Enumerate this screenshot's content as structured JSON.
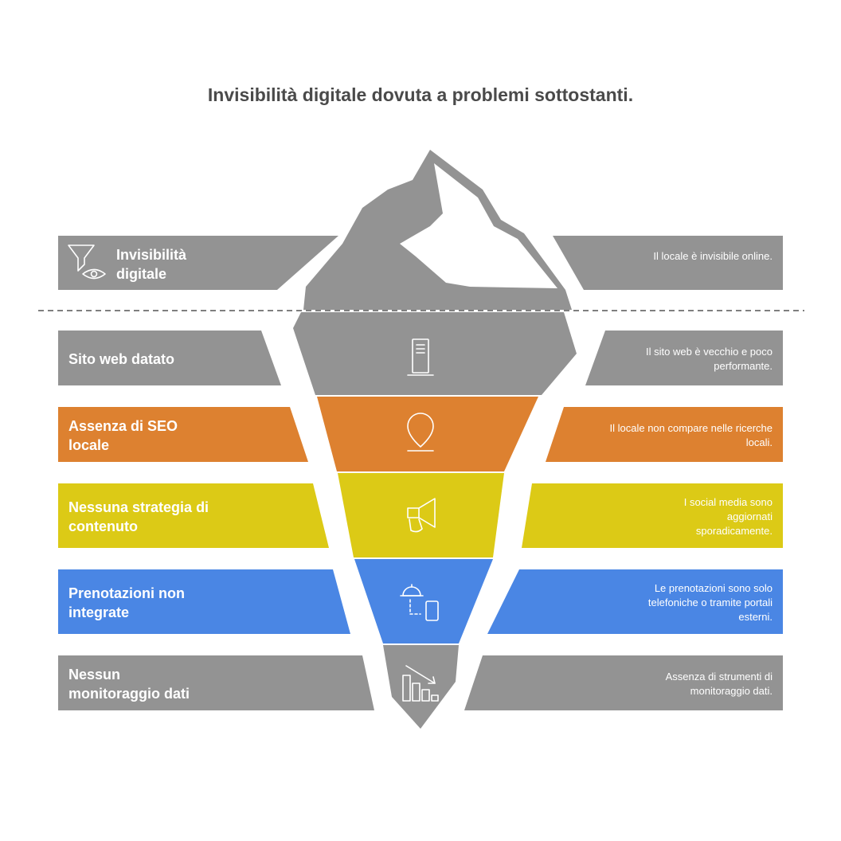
{
  "title": "Invisibilità digitale dovuta a problemi sottostanti.",
  "colors": {
    "gray": "#939393",
    "orange": "#dd8130",
    "yellow": "#dcca16",
    "blue": "#4a86e4",
    "white": "#ffffff",
    "title": "#4a4a4a"
  },
  "tip": {
    "label": "Invisibilità digitale",
    "description": "Il locale è invisibile online.",
    "icon": "funnel-eye-icon",
    "color": "#939393"
  },
  "layers": [
    {
      "label": "Sito web datato",
      "description": "Il sito web è vecchio e poco performante.",
      "icon": "server-tower-icon",
      "color": "#939393"
    },
    {
      "label": "Assenza di SEO locale",
      "description": "Il locale non compare nelle ricerche locali.",
      "icon": "map-pin-icon",
      "color": "#dd8130"
    },
    {
      "label": "Nessuna strategia di contenuto",
      "description": "I social media sono aggiornati sporadicamente.",
      "icon": "megaphone-icon",
      "color": "#dcca16"
    },
    {
      "label": "Prenotazioni non integrate",
      "description": "Le prenotazioni sono solo telefoniche o tramite portali esterni.",
      "icon": "cloche-phone-icon",
      "color": "#4a86e4"
    },
    {
      "label": "Nessun monitoraggio dati",
      "description": "Assenza di strumenti di monitoraggio dati.",
      "icon": "declining-chart-icon",
      "color": "#939393"
    }
  ]
}
